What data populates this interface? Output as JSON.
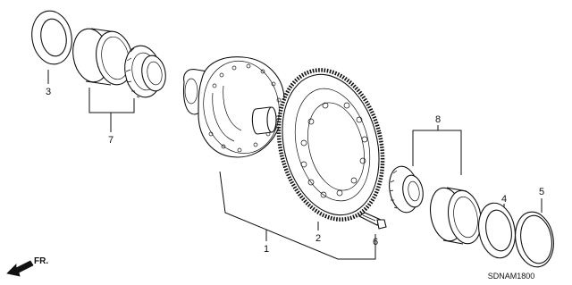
{
  "diagram": {
    "callouts": {
      "c1": "1",
      "c2": "2",
      "c3": "3",
      "c4": "4",
      "c5": "5",
      "c6": "6",
      "c7": "7",
      "c8": "8"
    },
    "direction_label": "FR.",
    "diagram_code": "SDNAM1800"
  }
}
